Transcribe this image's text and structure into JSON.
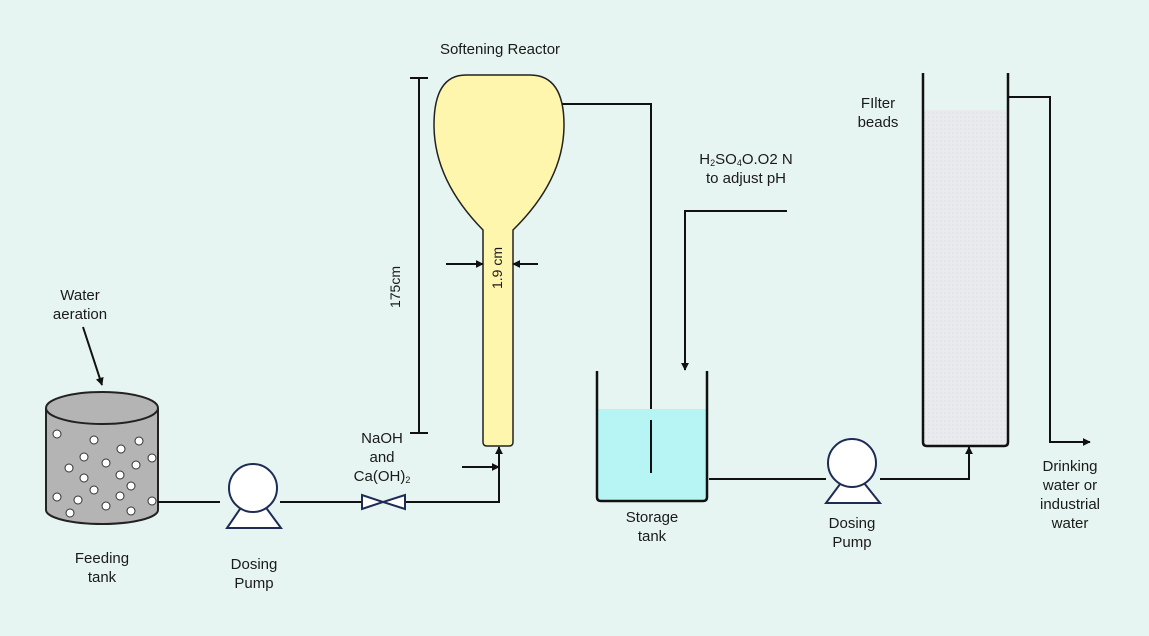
{
  "labels": {
    "water_aeration": [
      "Water",
      "aeration"
    ],
    "feeding_tank": [
      "Feeding",
      "tank"
    ],
    "dosing_pump_1": [
      "Dosing",
      "Pump"
    ],
    "naoh": [
      "NaOH",
      "and"
    ],
    "caoh": {
      "main": "Ca(OH)",
      "sub": "2"
    },
    "height_dim": "175cm",
    "width_dim": "1.9 cm",
    "softening_reactor": "Softening Reactor",
    "acid": {
      "h": "H",
      "sub1": "2",
      "so": "SO",
      "sub2": "4",
      "rest": "O.O2 N"
    },
    "acid_purpose": "to adjust pH",
    "storage_tank": [
      "Storage",
      "tank"
    ],
    "dosing_pump_2": [
      "Dosing",
      "Pump"
    ],
    "filter_beads": [
      "FIlter",
      "beads"
    ],
    "output": [
      "Drinking",
      "water or",
      "industrial",
      "water"
    ]
  },
  "colors": {
    "background": "#e6f5f1",
    "reactor_fill": "#fef6ac",
    "storage_water": "#b6f5f4",
    "filter_fill": "#e9eaee",
    "tank_fill": "#b4b4b4",
    "pump_navy": "#1d2b55"
  },
  "icons": [
    "feeding-tank-icon",
    "dosing-pump-icon",
    "valve-icon",
    "reactor-icon",
    "storage-tank-icon",
    "filter-column-icon"
  ]
}
